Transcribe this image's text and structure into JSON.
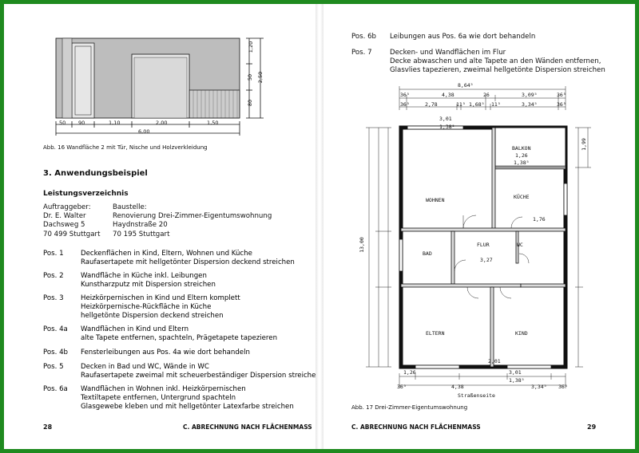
{
  "left_page": {
    "figure16": {
      "dims_bottom": [
        "50",
        "90",
        "1,10",
        "2,00",
        "1,50"
      ],
      "total": "6,00",
      "dims_right": [
        "1,20",
        "50",
        "80",
        "2,50"
      ],
      "caption": "Abb. 16  Wandfläche 2 mit Tür, Nische und Holzverkleidung"
    },
    "section_heading": "3. Anwendungsbeispiel",
    "subheading": "Leistungsverzeichnis",
    "info": {
      "left": [
        "Auftraggeber:",
        "Dr. E. Walter",
        "Dachsweg 5",
        "70 499 Stuttgart"
      ],
      "right": [
        "Baustelle:",
        "Renovierung Drei-Zimmer-Eigentumswohnung",
        "Haydnstraße 20",
        "70 195 Stuttgart"
      ]
    },
    "positions": [
      {
        "label": "Pos. 1",
        "lines": [
          "Deckenflächen in Kind, Eltern, Wohnen und Küche",
          "Raufasertapete mit hellgetönter Dispersion deckend streichen"
        ]
      },
      {
        "label": "Pos. 2",
        "lines": [
          "Wandfläche in Küche inkl. Leibungen",
          "Kunstharzputz mit Dispersion streichen"
        ]
      },
      {
        "label": "Pos. 3",
        "lines": [
          "Heizkörpernischen in Kind und Eltern komplett",
          "Heizkörpernische-Rückfläche in Küche",
          "hellgetönte Dispersion deckend streichen"
        ]
      },
      {
        "label": "Pos. 4a",
        "lines": [
          "Wandflächen in Kind und Eltern",
          "alte Tapete entfernen, spachteln, Prägetapete tapezieren"
        ]
      },
      {
        "label": "Pos. 4b",
        "lines": [
          "Fensterleibungen aus Pos. 4a wie dort behandeln"
        ]
      },
      {
        "label": "Pos. 5",
        "lines": [
          "Decken in Bad und WC, Wände in WC",
          "Raufasertapete zweimal mit scheuerbeständiger Dispersion streichen"
        ]
      },
      {
        "label": "Pos. 6a",
        "lines": [
          "Wandflächen in Wohnen inkl. Heizkörpernischen",
          "Textiltapete entfernen, Untergrund spachteln",
          "Glasgewebe kleben und mit hellgetönter Latexfarbe streichen"
        ]
      }
    ],
    "footer": {
      "page": "28",
      "title": "C. ABRECHNUNG NACH FLÄCHENMASS"
    }
  },
  "right_page": {
    "positions": [
      {
        "label": "Pos. 6b",
        "lines": [
          "Leibungen aus Pos. 6a wie dort behandeln"
        ]
      },
      {
        "label": "Pos. 7",
        "lines": [
          "Decken- und Wandflächen im Flur",
          "Decke abwaschen und alte Tapete an den Wänden entfernen,",
          "Glasvlies tapezieren, zweimal hellgetönte Dispersion streichen"
        ]
      }
    ],
    "plan": {
      "top_total": "8,64⁵",
      "top_dims_1": [
        "36⁵",
        "4,38",
        "26",
        "3,09⁵",
        "36⁵"
      ],
      "top_dims_2": [
        "36⁵",
        "2,78",
        "11⁵",
        "1,68⁵",
        "11⁵",
        "3,34⁵",
        "36⁵"
      ],
      "room_labels": [
        "WOHNEN",
        "KÜCHE",
        "BALKON",
        "BAD",
        "FLUR",
        "WC",
        "ELTERN",
        "KIND"
      ],
      "interior_dims": [
        "3,01",
        "1,38⁵",
        "1,26",
        "1,38⁵",
        "3,27",
        "1,76",
        "2,01"
      ],
      "left_total": "13,00",
      "right_total": "1,99",
      "bottom_dims": [
        "1,26",
        "3,01",
        "1,38⁵",
        "4,38",
        "36⁵",
        "3,34⁵",
        "36⁵"
      ],
      "street": "Straßenseite"
    },
    "caption": "Abb. 17  Drei-Zimmer-Eigentumswohnung",
    "footer": {
      "page": "29",
      "title": "C. ABRECHNUNG NACH FLÄCHENMASS"
    }
  }
}
